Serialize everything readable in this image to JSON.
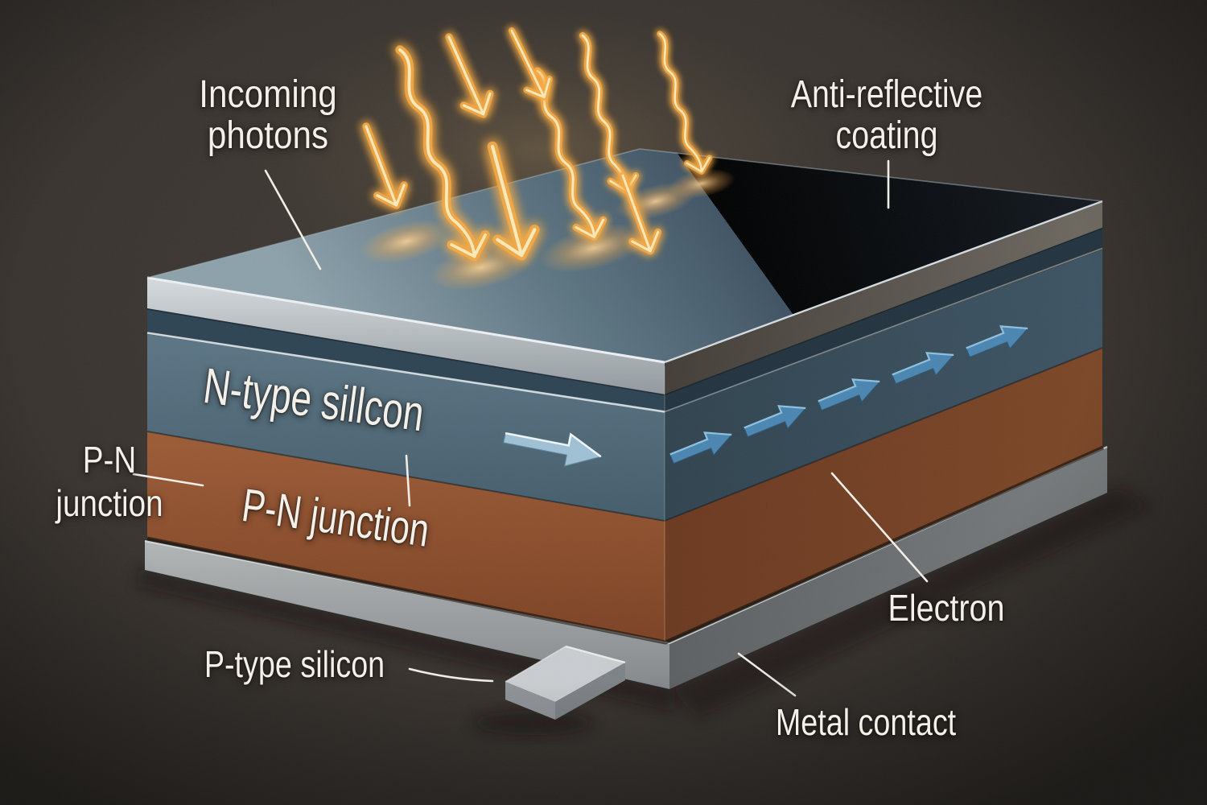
{
  "annotations": {
    "incoming_photons": {
      "lines": [
        "Incoming",
        "photons"
      ]
    },
    "anti_reflective_coating": {
      "lines": [
        "Anti-reflective",
        "coating"
      ]
    },
    "n_type_layer": {
      "text": "N-type sillcon"
    },
    "pn_layer": {
      "text": "P-N junction"
    },
    "pn_side": {
      "lines": [
        "P-N",
        "junction"
      ]
    },
    "electron": {
      "text": "Electron"
    },
    "p_type_silicon": {
      "text": "P-type silicon"
    },
    "metal_contact": {
      "text": "Metal contact"
    }
  },
  "icons": {
    "photon_arrows": {
      "name": "photon-arrow",
      "count": 9,
      "color": "#f7ab45"
    },
    "electron_arrows_side": {
      "name": "electron-flow-arrow",
      "count": 5,
      "color": "#4a86b2"
    },
    "electron_arrow_front": {
      "name": "electron-flow-arrow",
      "count": 1,
      "color": "#9fc0d4"
    }
  },
  "colors": {
    "background": "#3a3530",
    "coating_top_surface": "#66808f",
    "coating_rim_front": "#c3c9cd",
    "dark_coating_band": "#2d4453",
    "n_type_front": "#4e6676",
    "n_type_side": "#374c5c",
    "pn_junction_front": "#93512f",
    "pn_junction_side": "#713b21",
    "metal_base_front": "#a0a4a7",
    "metal_base_side": "#6e7173",
    "label_text": "#f3f0ea"
  }
}
